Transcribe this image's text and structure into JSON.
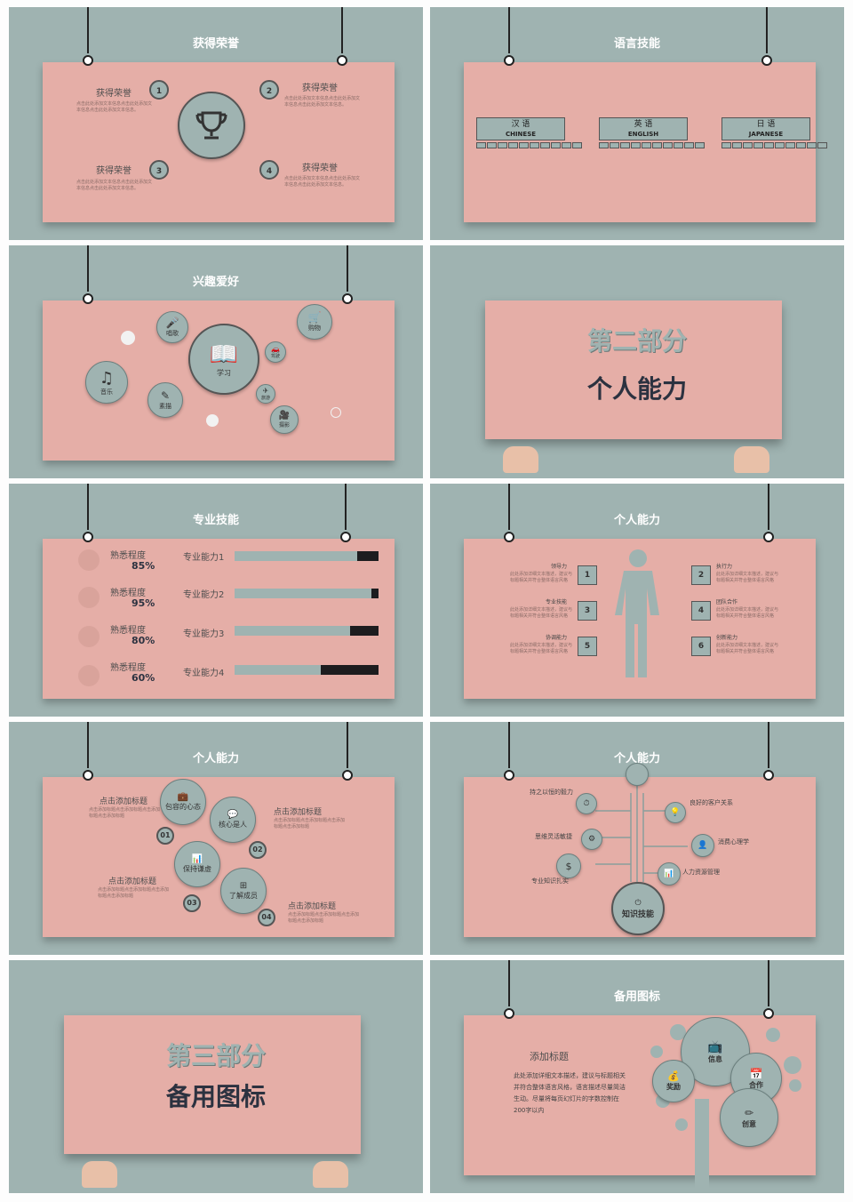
{
  "slides": [
    {
      "title": "获得荣誉",
      "items": [
        {
          "num": "1",
          "label": "获得荣誉",
          "text": "点击此处添加文本信息点击此处添加文本信息点击此处添加文本信息。"
        },
        {
          "num": "2",
          "label": "获得荣誉",
          "text": "点击此处添加文本信息点击此处添加文本信息点击此处添加文本信息。"
        },
        {
          "num": "3",
          "label": "获得荣誉",
          "text": "点击此处添加文本信息点击此处添加文本信息点击此处添加文本信息。"
        },
        {
          "num": "4",
          "label": "获得荣誉",
          "text": "点击此处添加文本信息点击此处添加文本信息点击此处添加文本信息。"
        }
      ]
    },
    {
      "title": "语言技能",
      "langs": [
        {
          "cn": "汉 语",
          "en": "CHINESE"
        },
        {
          "cn": "英 语",
          "en": "ENGLISH"
        },
        {
          "cn": "日 语",
          "en": "JAPANESE"
        }
      ]
    },
    {
      "title": "兴趣爱好",
      "hobbies": [
        "唱歌",
        "购物",
        "学习",
        "驾驶",
        "音乐",
        "素描",
        "旅游",
        "摄影"
      ]
    },
    {
      "line1": "第二部分",
      "line2": "个人能力"
    },
    {
      "title": "专业技能",
      "skills": [
        {
          "label": "熟悉程度",
          "pct": "85%",
          "name": "专业能力1",
          "level": 0.85
        },
        {
          "label": "熟悉程度",
          "pct": "95%",
          "name": "专业能力2",
          "level": 0.95
        },
        {
          "label": "熟悉程度",
          "pct": "80%",
          "name": "专业能力3",
          "level": 0.8
        },
        {
          "label": "熟悉程度",
          "pct": "60%",
          "name": "专业能力4",
          "level": 0.6
        }
      ]
    },
    {
      "title": "个人能力",
      "abilities": [
        {
          "num": "1",
          "name": "领导力"
        },
        {
          "num": "2",
          "name": "执行力"
        },
        {
          "num": "3",
          "name": "专业技能"
        },
        {
          "num": "4",
          "name": "团队合作"
        },
        {
          "num": "5",
          "name": "协调能力"
        },
        {
          "num": "6",
          "name": "创新能力"
        }
      ],
      "desc": "此处添加详细文本描述，建议与标题相关并符合整体语言风格"
    },
    {
      "title": "个人能力",
      "bubbles": [
        "包容的心态",
        "核心是人",
        "保持谦虚",
        "了解成员"
      ],
      "nums": [
        "01",
        "02",
        "03",
        "04"
      ],
      "heading": "点击添加标题",
      "sub": "点击添加标题点击添加标题点击添加标题点击添加标题"
    },
    {
      "title": "个人能力",
      "center": "知识技能",
      "left": [
        "持之以恒的毅力",
        "思维灵活敏捷",
        "专业知识扎实"
      ],
      "right": [
        "良好的客户关系",
        "消费心理学",
        "人力资源管理"
      ]
    },
    {
      "line1": "第三部分",
      "line2": "备用图标"
    },
    {
      "title": "备用图标",
      "heading": "添加标题",
      "body": "此处添加详细文本描述，建议与标题相关并符合整体语言风格，语言描述尽量简洁生动。尽量将每页幻灯片的字数控制在200字以内",
      "icons": [
        "信息",
        "奖励",
        "合作",
        "创意"
      ]
    }
  ]
}
